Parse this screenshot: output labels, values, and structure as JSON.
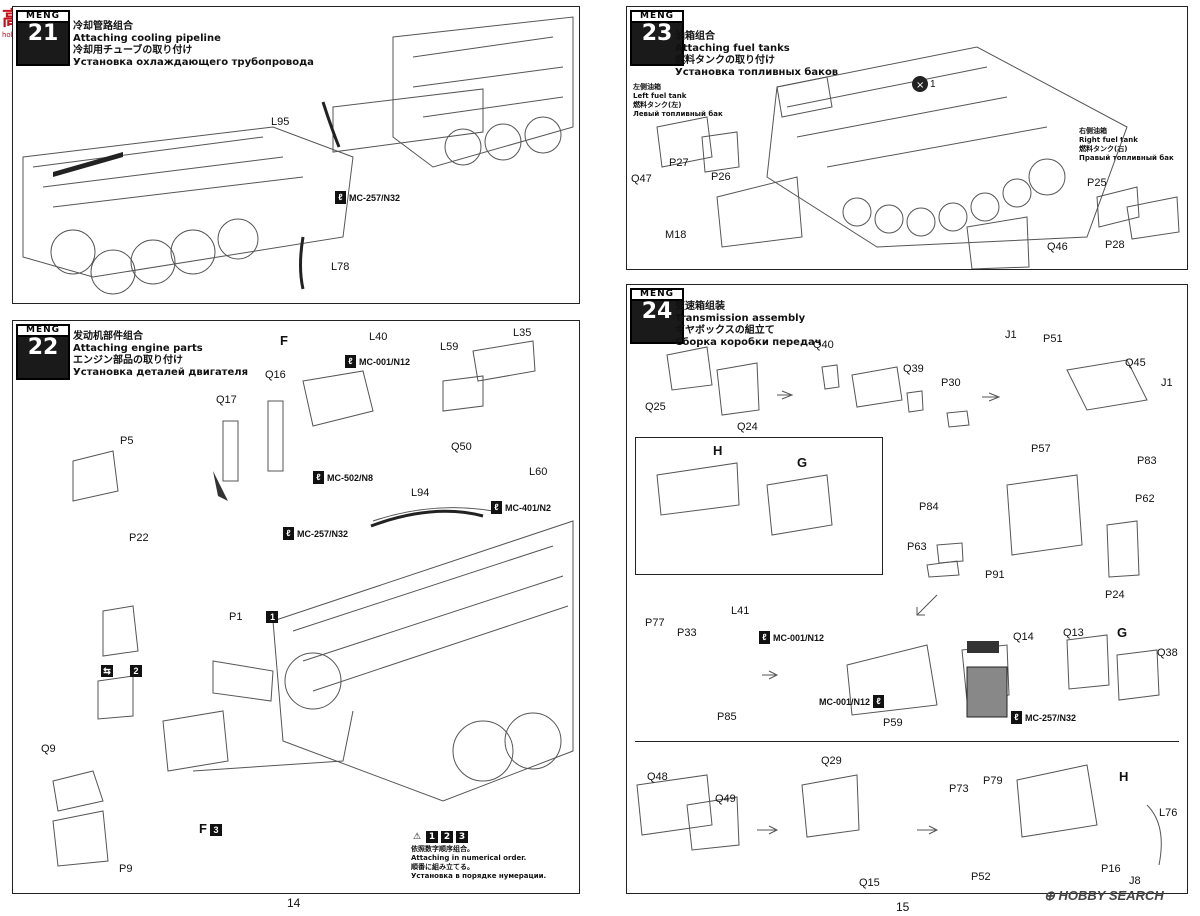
{
  "page_numbers": {
    "left": "14",
    "right": "15"
  },
  "watermark": {
    "text": "HOBBY SEARCH"
  },
  "logo": {
    "text": "高...",
    "sub": "hobbyshop..."
  },
  "steps": {
    "s21": {
      "no": "21",
      "brand": "MENG",
      "zh": "冷却管路组合",
      "en": "Attaching cooling pipeline",
      "ja": "冷却用チューブの取り付け",
      "ru": "Установка охлаждающего трубопровода",
      "parts": [
        "L95",
        "L78"
      ],
      "paint": "MC-257/N32"
    },
    "s22": {
      "no": "22",
      "brand": "MENG",
      "zh": "发动机部件组合",
      "en": "Attaching engine parts",
      "ja": "エンジン部品の取り付け",
      "ru": "Установка деталей двигателя",
      "parts": [
        "F",
        "L40",
        "L59",
        "L35",
        "Q16",
        "Q17",
        "Q50",
        "L60",
        "P5",
        "P22",
        "L94",
        "P1",
        "Q9",
        "P9",
        "F"
      ],
      "paints": [
        "MC-001/N12",
        "MC-502/N8",
        "MC-257/N32",
        "MC-401/N2"
      ],
      "seq": [
        "1",
        "2",
        "3"
      ],
      "note": [
        "依照数字顺序组合。",
        "Attaching in numerical order.",
        "順番に組み立てる。",
        "Установка в порядке нумерации."
      ]
    },
    "s23": {
      "no": "23",
      "brand": "MENG",
      "zh": "油箱组合",
      "en": "Attaching fuel tanks",
      "ja": "燃料タンクの取り付け",
      "ru": "Установка топливных баков",
      "left_tank": [
        "左侧油箱",
        "Left fuel tank",
        "燃料タンク(左)",
        "Левый топливный бак"
      ],
      "right_tank": [
        "右侧油箱",
        "Right fuel tank",
        "燃料タンク(右)",
        "Правый топливный бак"
      ],
      "parts": [
        "Q47",
        "P27",
        "P26",
        "M18",
        "P25",
        "Q46",
        "P28"
      ],
      "x1": "1"
    },
    "s24": {
      "no": "24",
      "brand": "MENG",
      "zh": "变速箱组装",
      "en": "Transmission assembly",
      "ja": "ギヤボックスの組立て",
      "ru": "Сборка коробки передач",
      "parts": [
        "Q25",
        "Q24",
        "Q40",
        "Q39",
        "P30",
        "J1",
        "P51",
        "Q45",
        "J1",
        "H",
        "G",
        "P57",
        "P83",
        "P62",
        "P84",
        "P63",
        "P91",
        "P24",
        "P77",
        "P33",
        "L41",
        "Q14",
        "Q13",
        "G",
        "Q38",
        "P85",
        "P59",
        "Q48",
        "Q49",
        "Q29",
        "Q15",
        "P73",
        "P79",
        "H",
        "L76",
        "P16",
        "J8",
        "P52"
      ],
      "paints": [
        "MC-001/N12",
        "MC-001/N12",
        "MC-257/N32"
      ]
    }
  }
}
